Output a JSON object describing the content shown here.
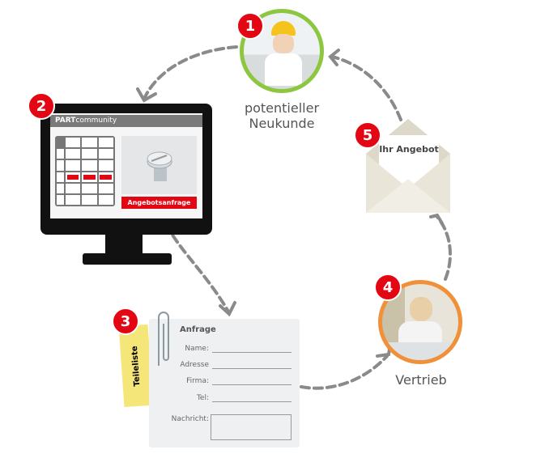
{
  "steps": [
    {
      "number": "1",
      "label_line1": "potentieller",
      "label_line2": "Neukunde"
    },
    {
      "number": "2",
      "app_brand_bold": "PART",
      "app_brand_light": "community",
      "button": "Angebotsanfrage"
    },
    {
      "number": "3",
      "sticky_note": "Teileliste",
      "form_title": "Anfrage",
      "fields": [
        "Name:",
        "Adresse",
        "Firma:",
        "Tel:"
      ],
      "message_label": "Nachricht:"
    },
    {
      "number": "4",
      "label": "Vertrieb"
    },
    {
      "number": "5",
      "letter_text": "Ihr Angebot"
    }
  ],
  "colors": {
    "badge": "#e30613",
    "step1_ring": "#8dc63f",
    "step4_ring": "#f0913a",
    "arrow": "#8a8a8a"
  }
}
